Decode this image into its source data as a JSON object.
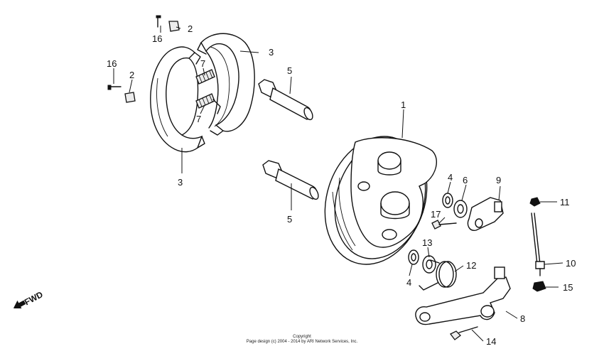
{
  "callouts": [
    {
      "id": "c1",
      "label": "1"
    },
    {
      "id": "c2a",
      "label": "2"
    },
    {
      "id": "c2b",
      "label": "2"
    },
    {
      "id": "c3a",
      "label": "3"
    },
    {
      "id": "c3b",
      "label": "3"
    },
    {
      "id": "c4a",
      "label": "4"
    },
    {
      "id": "c4b",
      "label": "4"
    },
    {
      "id": "c5a",
      "label": "5"
    },
    {
      "id": "c5b",
      "label": "5"
    },
    {
      "id": "c6",
      "label": "6"
    },
    {
      "id": "c7a",
      "label": "7"
    },
    {
      "id": "c7b",
      "label": "7"
    },
    {
      "id": "c8",
      "label": "8"
    },
    {
      "id": "c9",
      "label": "9"
    },
    {
      "id": "c10",
      "label": "10"
    },
    {
      "id": "c11",
      "label": "11"
    },
    {
      "id": "c12",
      "label": "12"
    },
    {
      "id": "c13",
      "label": "13"
    },
    {
      "id": "c14",
      "label": "14"
    },
    {
      "id": "c15",
      "label": "15"
    },
    {
      "id": "c16a",
      "label": "16"
    },
    {
      "id": "c16b",
      "label": "16"
    },
    {
      "id": "c17",
      "label": "17"
    }
  ],
  "direction_label": "FWD",
  "footer": {
    "line1": "Copyright",
    "line2": "Page design (c) 2004 - 2014 by ARI Network Services, Inc."
  }
}
